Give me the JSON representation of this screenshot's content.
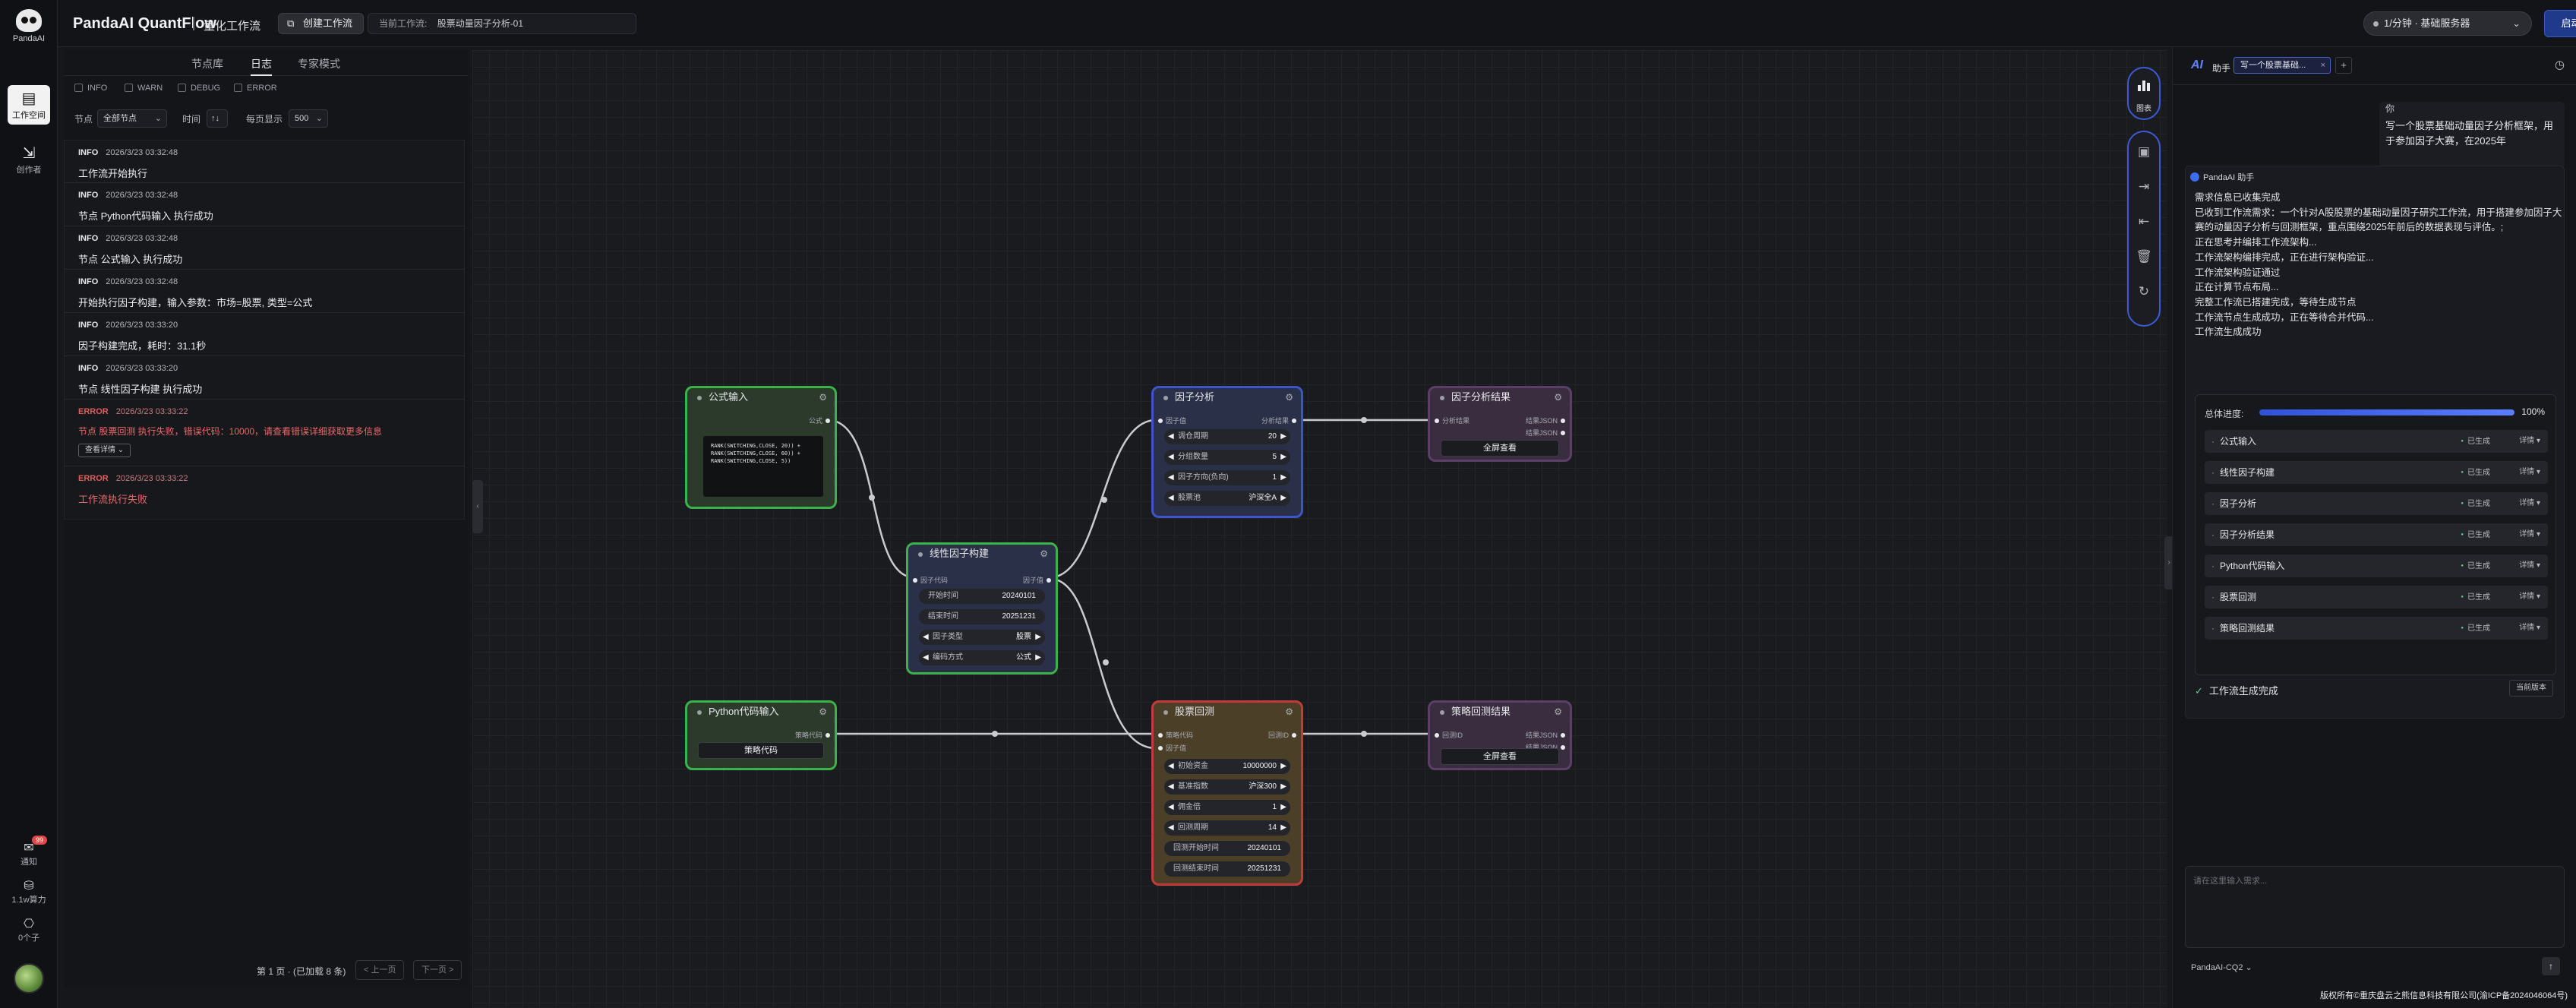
{
  "rail": {
    "logo": "PandaAI",
    "items": [
      {
        "label": "工作空间",
        "icon": "dashboard-icon"
      },
      {
        "label": "创作者",
        "icon": "export-icon"
      }
    ],
    "bottom": [
      {
        "label": "通知",
        "badge": "99",
        "icon": "notification-icon"
      },
      {
        "label": "1.1w算力",
        "icon": "database-icon"
      },
      {
        "label": "0个子",
        "icon": "coin-icon"
      }
    ]
  },
  "topbar": {
    "brand": "PandaAI QuantFlow",
    "subtitle": "量化工作流",
    "create_label": "创建工作流",
    "current_label": "当前工作流:",
    "current_value": "股票动量因子分析-01",
    "frequency": "1/分钟 · 基础服务器",
    "start_label": "启动工作流"
  },
  "logpanel": {
    "tabs": [
      "节点库",
      "日志",
      "专家模式"
    ],
    "levels": [
      "INFO",
      "WARN",
      "DEBUG",
      "ERROR"
    ],
    "node_filter_label": "节点",
    "node_filter_value": "全部节点",
    "time_label": "时间",
    "time_value": "↑↓",
    "per_page_label": "每页显示",
    "per_page_value": "500",
    "entries": [
      {
        "level": "INFO",
        "time": "2026/3/23 03:32:48",
        "message": "工作流开始执行"
      },
      {
        "level": "INFO",
        "time": "2026/3/23 03:32:48",
        "message": "节点 Python代码输入 执行成功"
      },
      {
        "level": "INFO",
        "time": "2026/3/23 03:32:48",
        "message": "节点 公式输入 执行成功"
      },
      {
        "level": "INFO",
        "time": "2026/3/23 03:32:48",
        "message": "开始执行因子构建，输入参数：市场=股票, 类型=公式"
      },
      {
        "level": "INFO",
        "time": "2026/3/23 03:33:20",
        "message": "因子构建完成，耗时：31.1秒"
      },
      {
        "level": "INFO",
        "time": "2026/3/23 03:33:20",
        "message": "节点 线性因子构建 执行成功"
      },
      {
        "level": "ERROR",
        "time": "2026/3/23 03:33:22",
        "message": "节点 股票回测 执行失败，错误代码：10000，请查看错误详细获取更多信息",
        "detail": "查看详情 ⌄"
      },
      {
        "level": "ERROR",
        "time": "2026/3/23 03:33:22",
        "message": "工作流执行失败"
      }
    ],
    "pager": {
      "info": "第 1 页 · (已加载 8 条)",
      "prev": "< 上一页",
      "next": "下一页 >"
    }
  },
  "nodes": {
    "formula_input": {
      "title": "公式输入",
      "out": "公式",
      "code": [
        "RANK(SWITCHING,CLOSE, 20)) +",
        "RANK(SWITCHING,CLOSE, 60)) +",
        "RANK(SWITCHING,CLOSE, 5))"
      ]
    },
    "python_input": {
      "title": "Python代码输入",
      "out": "策略代码",
      "button": "策略代码"
    },
    "linear_factor": {
      "title": "线性因子构建",
      "in": "因子代码",
      "out": "因子值",
      "fields": [
        {
          "label": "开始时间",
          "value": "20240101"
        },
        {
          "label": "结束时间",
          "value": "20251231"
        },
        {
          "label": "因子类型",
          "value": "股票"
        },
        {
          "label": "编码方式",
          "value": "公式"
        }
      ]
    },
    "factor_analysis": {
      "title": "因子分析",
      "in": "因子值",
      "out": "分析结果",
      "fields": [
        {
          "label": "调仓周期",
          "value": "20"
        },
        {
          "label": "分组数量",
          "value": "5"
        },
        {
          "label": "因子方向(负向)",
          "value": "1"
        },
        {
          "label": "股票池",
          "value": "沪深全A"
        }
      ]
    },
    "factor_result": {
      "title": "因子分析结果",
      "in": "分析结果",
      "out1": "结果JSON",
      "out2": "结果JSON",
      "button": "全屏查看"
    },
    "stock_backtest": {
      "title": "股票回测",
      "in1": "策略代码",
      "in2": "因子值",
      "out": "回测ID",
      "fields": [
        {
          "label": "初始资金",
          "value": "10000000"
        },
        {
          "label": "基准指数",
          "value": "沪深300"
        },
        {
          "label": "佣金倍",
          "value": "1"
        },
        {
          "label": "回测周期",
          "value": "14"
        },
        {
          "label": "回测开始时间",
          "value": "20240101"
        },
        {
          "label": "回测结束时间",
          "value": "20251231"
        }
      ]
    },
    "backtest_result": {
      "title": "策略回测结果",
      "in": "回测ID",
      "out1": "结果JSON",
      "out2": "结果JSON",
      "button": "全屏查看"
    }
  },
  "toolbar": {
    "top_label": "图表"
  },
  "ai": {
    "badge": "AI",
    "title": "助手",
    "chat_chip": "写一个股票基础...",
    "user_label": "你",
    "user_message": "写一个股票基础动量因子分析框架，用于参加因子大赛，在2025年",
    "assistant_name": "PandaAI 助手",
    "lines": [
      "需求信息已收集完成",
      "已收到工作流需求：一个针对A股股票的基础动量因子研究工作流，用于搭建参加因子大赛的动量因子分析与回测框架，重点围绕2025年前后的数据表现与评估。;",
      "正在思考并编排工作流架构...",
      "工作流架构编排完成，正在进行架构验证...",
      "工作流架构验证通过",
      "正在计算节点布局...",
      "完整工作流已搭建完成，等待生成节点",
      "工作流节点生成成功，正在等待合并代码...",
      "工作流生成成功"
    ],
    "progress_label": "总体进度:",
    "progress_value": "100%",
    "progress_fraction": 1.0,
    "steps": [
      "公式输入",
      "线性因子构建",
      "因子分析",
      "因子分析结果",
      "Python代码输入",
      "股票回测",
      "策略回测结果"
    ],
    "step_status": "已生成",
    "step_detail": "详情 ▾",
    "done_label": "工作流生成完成",
    "current_version": "当前版本",
    "input_placeholder": "请在这里输入需求...",
    "model": "PandaAI-CQ2 ⌄",
    "copyright": "版权所有©重庆盘云之熊信息科技有限公司(渝ICP备2024046064号)"
  }
}
